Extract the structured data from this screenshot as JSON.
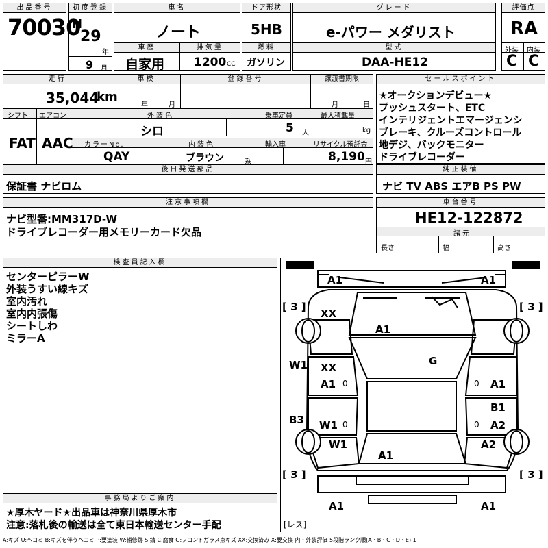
{
  "header_labels": {
    "lot_no": "出品番号",
    "first_reg": "初度登録",
    "car_name": "車名",
    "door": "ドア形状",
    "grade": "グレード",
    "score": "評価点",
    "history": "車歴",
    "displacement": "排気量",
    "fuel": "燃料",
    "model": "型式",
    "ext": "外装",
    "int": "内装",
    "mileage": "走行",
    "inspection": "車検",
    "reg_no": "登録番号",
    "transfer": "譲渡書期限",
    "sales_point": "セールスポイント",
    "shift": "シフト",
    "aircon": "エアコン",
    "ext_color": "外装色",
    "capacity": "乗車定員",
    "max_load": "最大積載量",
    "color_no": "カラーNo.",
    "int_color": "内装色",
    "import": "輸入車",
    "recycle": "リサイクル預託金",
    "later_parts": "後日発送部品",
    "genuine": "純正装備",
    "notes": "注意事項欄",
    "chassis_no": "車台番号",
    "dims": "諸元",
    "inspector": "検査員記入欄",
    "office": "事務局よりご案内"
  },
  "lot_no": "70030",
  "first_reg": {
    "era": "H",
    "year": "29",
    "year_unit": "年",
    "month": "9",
    "month_unit": "月"
  },
  "car_name": "ノート",
  "door": "5HB",
  "grade": "e-パワー メダリスト",
  "score": "RA",
  "history": "自家用",
  "displacement": "1200",
  "displacement_unit": "CC",
  "fuel": "ガソリン",
  "model": "DAA-HE12",
  "ext_score": "C",
  "int_score": "C",
  "mileage": "35,044",
  "mileage_unit": "km",
  "inspection_units": {
    "year": "年",
    "month": "月"
  },
  "transfer_units": {
    "month": "月",
    "day": "日"
  },
  "sales_points": [
    "★オークションデビュー★",
    "プッシュスタート、ETC",
    "インテリジェントエマージェンシ",
    "ブレーキ、クルーズコントロール",
    "地デジ、バックモニター",
    "ドライブレコーダー"
  ],
  "shift": "FAT",
  "aircon": "AAC",
  "ext_color": "シロ",
  "capacity": "5",
  "capacity_unit": "人",
  "max_load_unit": "kg",
  "color_no": "QAY",
  "int_color": "ブラウン",
  "int_color_suffix": "系",
  "recycle": "8,190",
  "recycle_unit": "円",
  "later_parts": "保証書 ナビロム",
  "genuine": "ナビ TV ABS エアB PS PW",
  "notes": [
    "ナビ型番:MM317D-W",
    "ドライブレコーダー用メモリーカード欠品"
  ],
  "chassis_no": "HE12-122872",
  "dims": {
    "length": "長さ",
    "width": "幅",
    "height": "高さ"
  },
  "inspector_notes": [
    "センターピラーW",
    "外装うすい線キズ",
    "室内汚れ",
    "室内内張傷",
    "シートしわ",
    "ミラーA"
  ],
  "diagram_marks": {
    "top_left": "A1",
    "top_right": "A1",
    "bracket_tl": "[ 3 ]",
    "bracket_tr": "[ 3 ]",
    "bracket_bl": "[ 3 ]",
    "bracket_br": "[ 3 ]",
    "front_left_fender": "XX",
    "hood": "A1",
    "windshield": "G",
    "left_pillar": "W1",
    "left_front_door_1": "XX",
    "left_front_door_2": "A1",
    "right_front_door": "A1",
    "right_rear_door_1": "B1",
    "right_rear_door_2": "A2",
    "left_sill": "B3",
    "left_rear_door": "W1",
    "left_rear_fender": "W1",
    "right_rear_fender": "A2",
    "trunk": "A1",
    "bottom_left": "A1",
    "bottom_right": "A1",
    "door_mark_l": "0",
    "door_mark_r": "0",
    "door_mark_l2": "0",
    "door_mark_r2": "0",
    "spare": "[レス]"
  },
  "office_notes": [
    "★厚木ヤード★出品車は神奈川県厚木市",
    "注意:落札後の輸送は全て東日本輸送センター手配"
  ],
  "legend": "A:キズ U:ヘコミ B:キズを伴うヘコミ P:要塗装 W:補修跡 S:錆 C:腐食 G:フロントガラス点キズ XX:交換済み X:要交換 内・外装評価 5段階ランク順(A・B・C・D・E) 1"
}
